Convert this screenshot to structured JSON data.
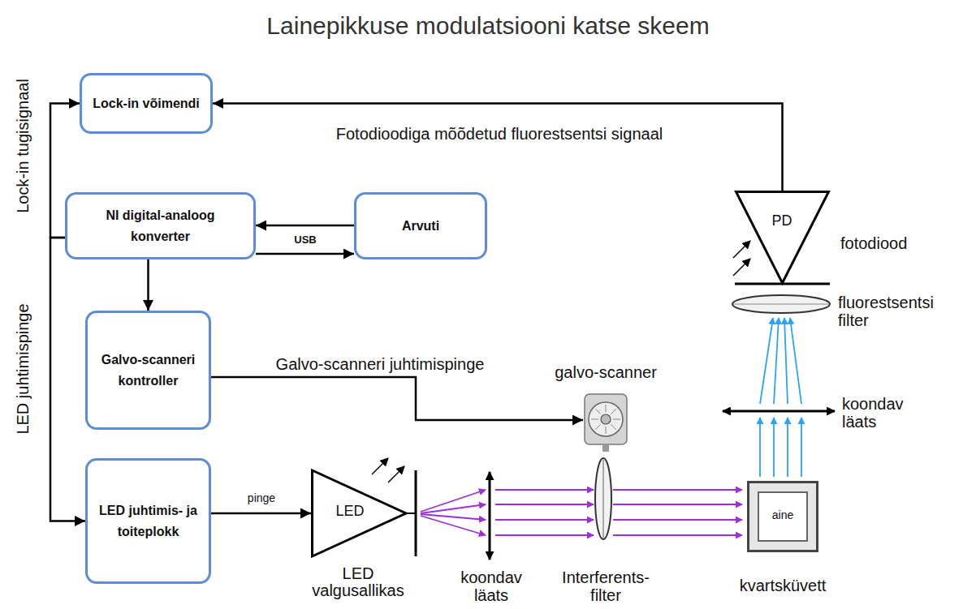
{
  "diagram": {
    "title": "Lainepikkuse modulatsiooni katse skeem",
    "nodes": [
      {
        "text": [
          "Lock-in võimendi"
        ]
      },
      {
        "text": [
          "NI digital-analoog konverter"
        ]
      },
      {
        "text": [
          "Arvuti"
        ]
      },
      {
        "text": [
          "Galvo-scanneri kontroller"
        ]
      },
      {
        "text": [
          "galvo-scanner"
        ]
      },
      {
        "text": [
          "LED juhtimis- ja toiteplokk"
        ]
      },
      {
        "text": [
          "LED",
          "LED valgusallikas"
        ]
      },
      {
        "text": [
          "aine",
          "kvartsküvett"
        ]
      },
      {
        "text": [
          "PD",
          "fotodiood"
        ]
      }
    ],
    "edges": [
      {
        "from": 8,
        "to": 0,
        "label": "Fotodioodiga mõõdetud fluorestsentsi signaal",
        "arrow": "to"
      },
      {
        "from": 2,
        "to": 1,
        "label": "USB",
        "arrow": "to"
      },
      {
        "from": 1,
        "to": 2,
        "arrow": "to"
      },
      {
        "from": 1,
        "to": 0,
        "label": "Lock-in tugisignaal",
        "arrow": "to"
      },
      {
        "from": 1,
        "to": 5,
        "label": "LED juhtimispinge",
        "arrow": "to"
      },
      {
        "from": 1,
        "to": 3,
        "arrow": "to"
      },
      {
        "from": 3,
        "to": 4,
        "label": "Galvo-scanneri juhtimispinge",
        "arrow": "to"
      },
      {
        "from": 5,
        "to": 6,
        "label": "pinge",
        "arrow": "to"
      }
    ],
    "labels": [
      "koondav läats",
      "Interferents-filter",
      "koondav läats",
      "fluorestsentsi filter"
    ]
  }
}
